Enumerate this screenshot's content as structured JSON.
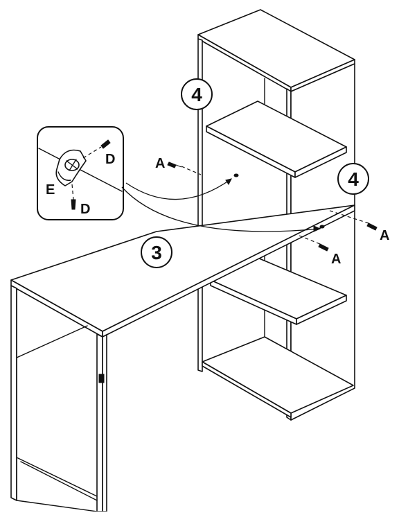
{
  "callouts": {
    "step_desktop": "3",
    "step_shelf_top": "4",
    "step_shelf_right": "4"
  },
  "part_labels": {
    "screw_a_left": "A",
    "screw_a_right": "A",
    "screw_a_lower": "A",
    "bracket_e": "E",
    "screw_d_top": "D",
    "screw_d_bottom": "D"
  },
  "colors": {
    "line": "#111111",
    "background": "#ffffff"
  }
}
